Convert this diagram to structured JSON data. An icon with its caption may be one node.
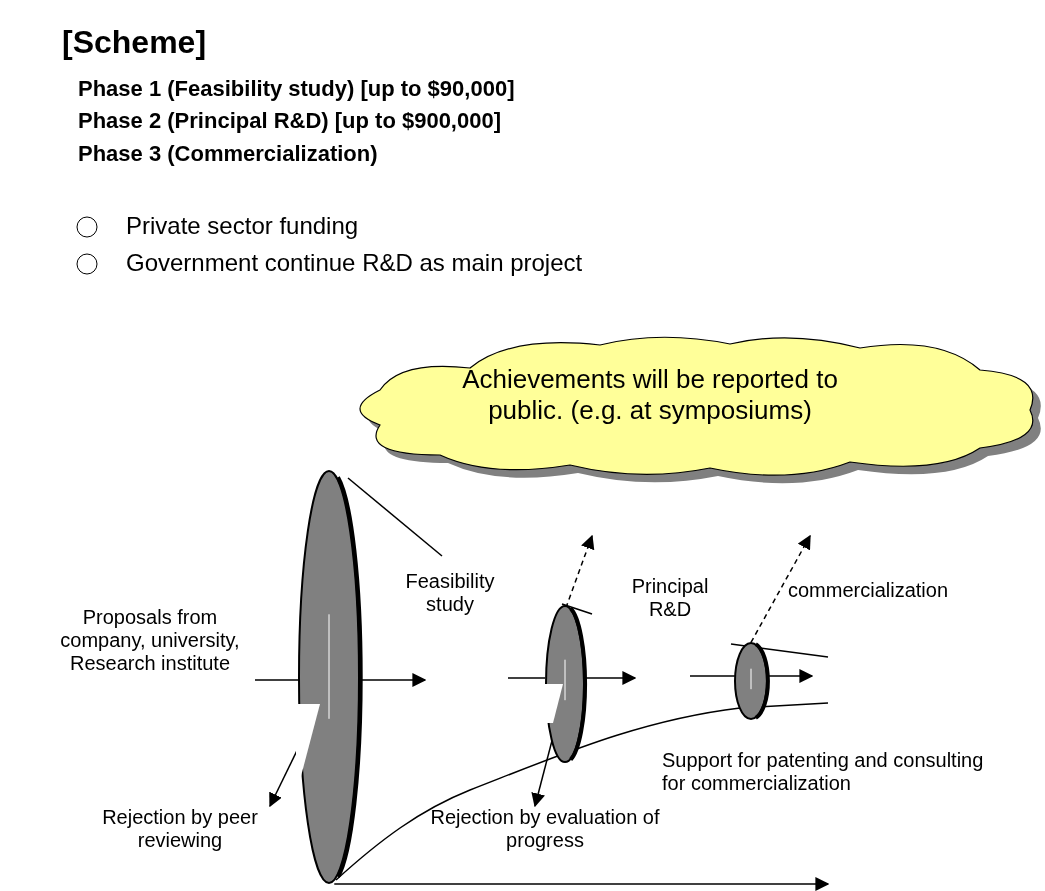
{
  "diagram": {
    "title": "[Scheme]",
    "nodes": [
      {
        "text": [
          "Achievements will be reported to public. (e.g. at symposiums)"
        ]
      },
      {
        "text": [
          "Proposals from company, university, Research institute"
        ]
      },
      {
        "text": [],
        "shape": "ellipse"
      },
      {
        "text": [],
        "shape": "ellipse"
      },
      {
        "text": [],
        "shape": "ellipse"
      },
      {
        "text": [
          "Rejection by evaluation of progress"
        ]
      },
      {
        "text": [
          "Rejection by peer reviewing"
        ]
      }
    ],
    "edges": [
      {
        "from": 1,
        "to": 2,
        "arrow": "none"
      },
      {
        "from": 2,
        "to": null,
        "arrow": "to"
      },
      {
        "from": null,
        "to": 3,
        "arrow": "none"
      },
      {
        "from": 3,
        "to": null,
        "arrow": "to"
      },
      {
        "from": 3,
        "to": null,
        "arrow": "to",
        "style": "dashed"
      },
      {
        "from": null,
        "to": 4,
        "arrow": "none"
      },
      {
        "from": 4,
        "to": null,
        "arrow": "to"
      },
      {
        "from": 4,
        "to": null,
        "arrow": "to",
        "style": "dashed"
      },
      {
        "from": 2,
        "to": 6,
        "arrow": "to"
      },
      {
        "from": 3,
        "to": 5,
        "arrow": "to"
      },
      {
        "from": 2,
        "to": null,
        "arrow": "to"
      }
    ],
    "labels": [
      "Phase 1 (Feasibility study) [up to $90,000]",
      "Phase 2 (Principal R&D) [up to $900,000]",
      "Phase 3 (Commercialization)",
      "Private sector funding",
      "Government continue R&D as main project",
      "Feasibility study",
      "Principal R&D",
      "commercialization",
      "Support for patenting and consulting for commercialization"
    ]
  }
}
